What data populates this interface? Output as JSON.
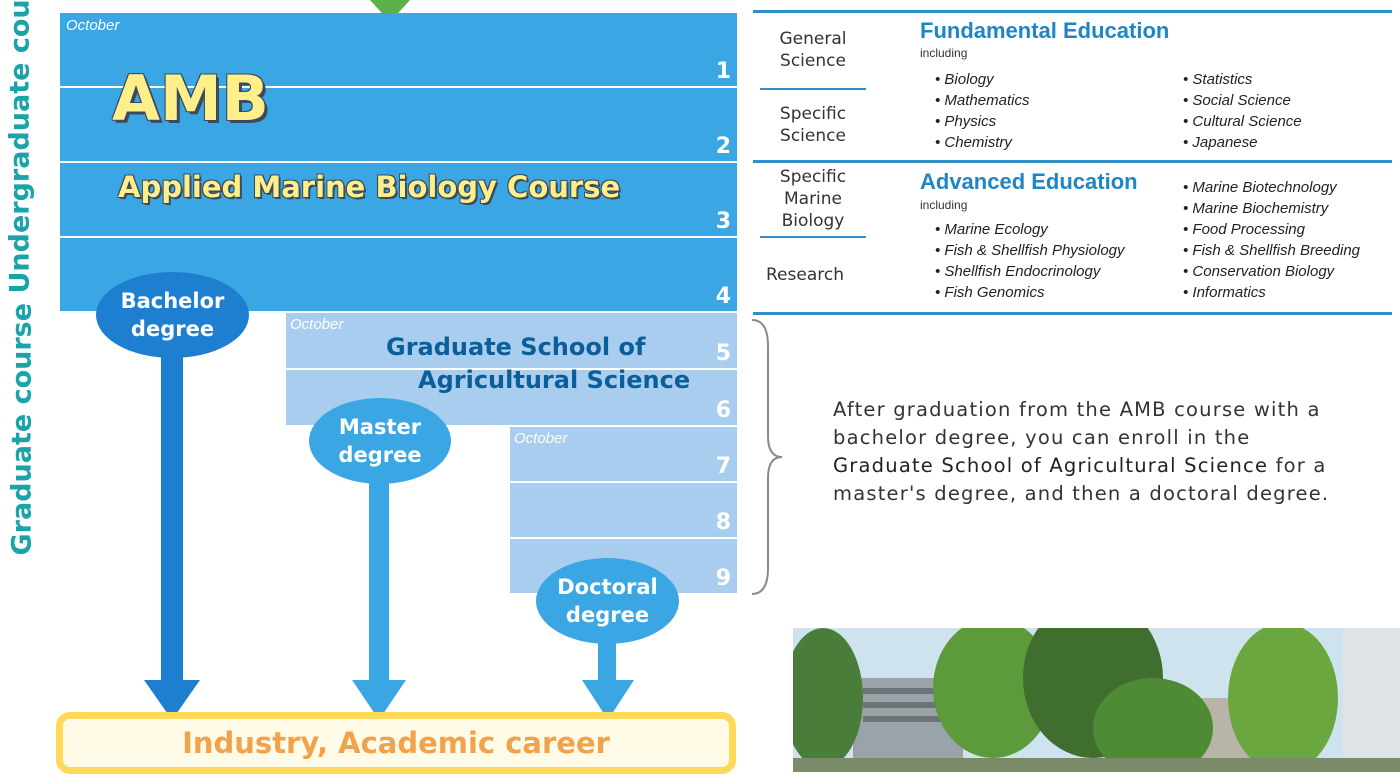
{
  "side_labels": {
    "undergraduate": "Undergraduate course",
    "graduate": "Graduate course"
  },
  "undergrad": {
    "october": "October",
    "title": "AMB",
    "subtitle": "Applied Marine Biology Course",
    "years": [
      "1",
      "2",
      "3",
      "4"
    ]
  },
  "masters": {
    "october": "October",
    "title_line1": "Graduate School of",
    "title_line2": "Agricultural Science",
    "years": [
      "5",
      "6"
    ]
  },
  "doctoral": {
    "october": "October",
    "years": [
      "7",
      "8",
      "9"
    ]
  },
  "degrees": {
    "bachelor": [
      "Bachelor",
      "degree"
    ],
    "master": [
      "Master",
      "degree"
    ],
    "doctoral": [
      "Doctoral",
      "degree"
    ]
  },
  "career": "Industry,  Academic career",
  "table": {
    "left": {
      "general_science": [
        "General",
        "Science"
      ],
      "specific_science": [
        "Specific",
        "Science"
      ],
      "specific_marine": [
        "Specific",
        "Marine",
        "Biology"
      ],
      "research": "Research"
    },
    "fundamental": {
      "title": "Fundamental Education",
      "including": "including",
      "col1": [
        "• Biology",
        "• Mathematics",
        "• Physics",
        "• Chemistry"
      ],
      "col2": [
        "• Statistics",
        "• Social Science",
        "• Cultural Science",
        "• Japanese"
      ]
    },
    "advanced": {
      "title": "Advanced Education",
      "including": "including",
      "col1": [
        "• Marine Ecology",
        "• Fish & Shellfish Physiology",
        "• Shellfish Endocrinology",
        "• Fish Genomics"
      ],
      "col2": [
        "• Marine Biotechnology",
        "• Marine Biochemistry",
        "• Food Processing",
        "• Fish & Shellfish Breeding",
        "• Conservation Biology",
        "• Informatics"
      ]
    }
  },
  "paragraph": {
    "p1": "After graduation from the AMB course with a bachelor degree, you can enroll in the ",
    "highlight": "Graduate School of Agricultural Science",
    "p2": " for a master's degree, and then a doctoral degree."
  },
  "colors": {
    "undergrad_band": "#3aa7e4",
    "graduate_band": "#a9cdee",
    "accent_teal": "#1aa3a8",
    "career_border": "#ffd95a"
  }
}
